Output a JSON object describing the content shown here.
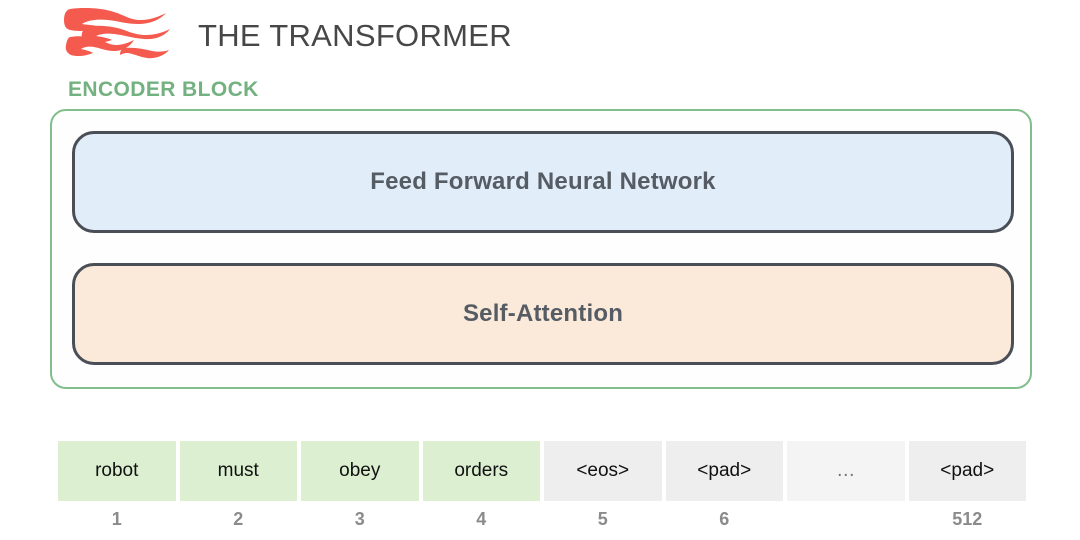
{
  "header": {
    "logo_icon": "flame-logo-icon",
    "title": "THE TRANSFORMER"
  },
  "encoder": {
    "label": "ENCODER BLOCK",
    "border_color": "#81bd8d",
    "label_color": "#74b180",
    "sublayers": [
      {
        "name": "feed-forward-neural-network",
        "label": "Feed Forward Neural Network",
        "fill_color": "#e2edfa",
        "border_color": "#4a4f57"
      },
      {
        "name": "self-attention",
        "label": "Self-Attention",
        "fill_color": "#fbeada",
        "border_color": "#4a4f57"
      }
    ]
  },
  "tokens": [
    {
      "text": "robot",
      "index": "1",
      "style": "green"
    },
    {
      "text": "must",
      "index": "2",
      "style": "green"
    },
    {
      "text": "obey",
      "index": "3",
      "style": "green"
    },
    {
      "text": "orders",
      "index": "4",
      "style": "green"
    },
    {
      "text": "<eos>",
      "index": "5",
      "style": "gray"
    },
    {
      "text": "<pad>",
      "index": "6",
      "style": "gray"
    },
    {
      "text": "…",
      "index": "",
      "style": "faint"
    },
    {
      "text": "<pad>",
      "index": "512",
      "style": "gray"
    }
  ]
}
